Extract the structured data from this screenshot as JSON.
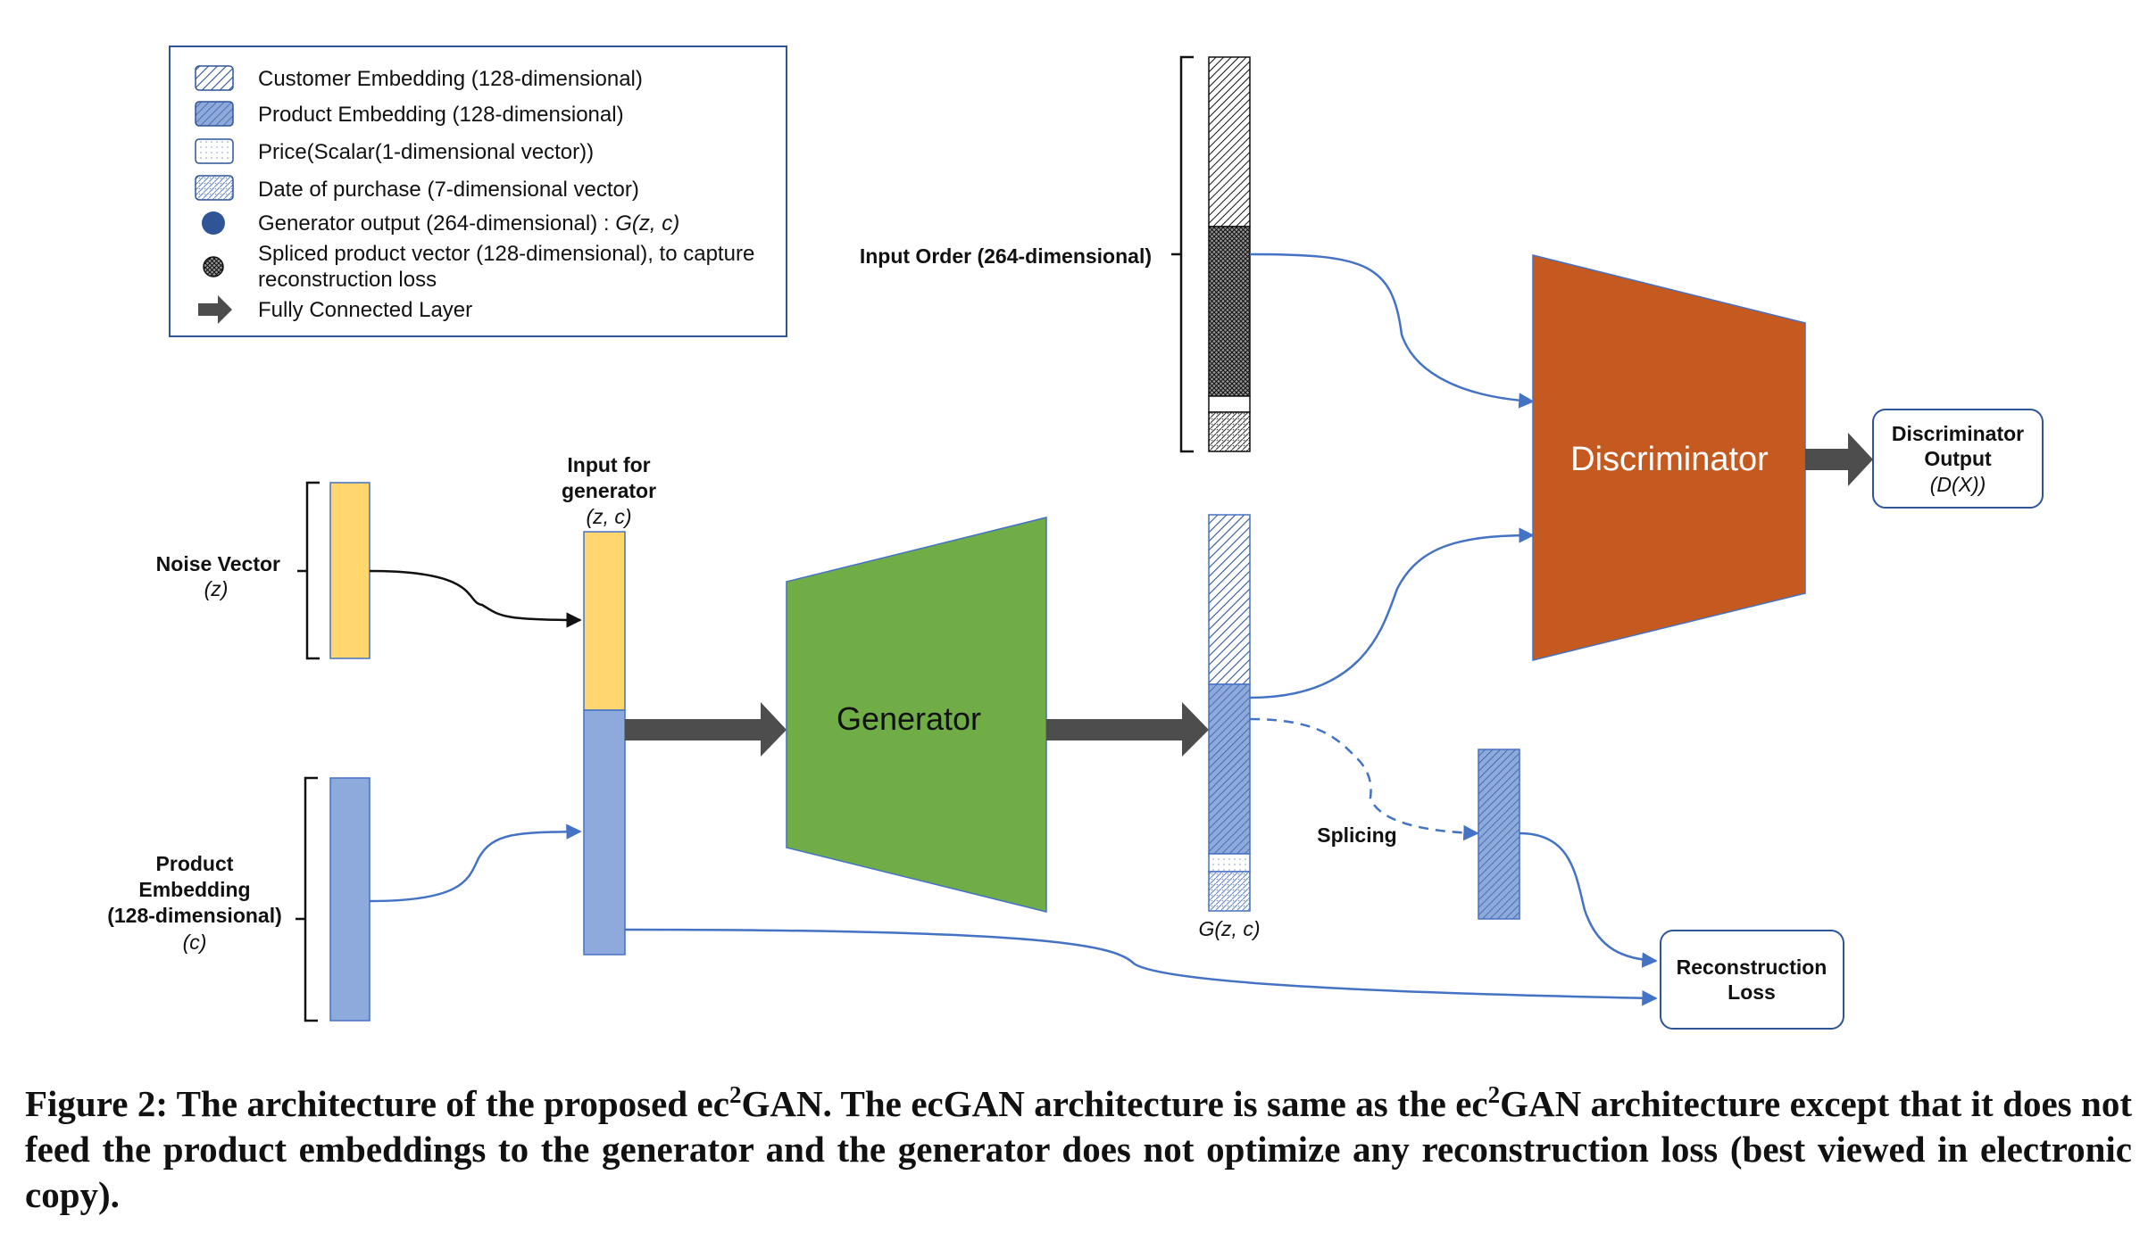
{
  "legend": {
    "customer_embedding": "Customer Embedding (128-dimensional)",
    "product_embedding": "Product Embedding (128-dimensional)",
    "price": "Price(Scalar(1-dimensional vector))",
    "date": "Date of purchase (7-dimensional vector)",
    "generator_output_prefix": "Generator output (264-dimensional) : ",
    "generator_output_formula": "G(z, c)",
    "spliced_line1": "Spliced product vector (128-dimensional), to capture",
    "spliced_line2": "reconstruction loss",
    "fc_layer": "Fully Connected Layer"
  },
  "labels": {
    "input_order": "Input Order (264-dimensional)",
    "noise_vector": "Noise Vector",
    "noise_symbol": "(z)",
    "product_line1": "Product",
    "product_line2": "Embedding",
    "product_line3": "(128-dimensional)",
    "product_symbol": "(c)",
    "input_gen_line1": "Input for",
    "input_gen_line2": "generator",
    "input_gen_symbol": "(z, c)",
    "generator": "Generator",
    "discriminator": "Discriminator",
    "disc_out_line1": "Discriminator",
    "disc_out_line2": "Output",
    "disc_out_symbol": "(D(X))",
    "gzc": "G(z, c)",
    "splicing": "Splicing",
    "recon_line1": "Reconstruction",
    "recon_line2": "Loss"
  },
  "caption": {
    "part1": "Figure 2: The architecture of the proposed ec",
    "sup1": "2",
    "part2": "GAN. The ecGAN architecture is same as the ec",
    "sup2": "2",
    "part3": "GAN architecture except that it does not feed the product embeddings to the generator and the generator does not optimize any reconstruction loss (best viewed in electronic copy)."
  },
  "colors": {
    "noise": "#FFD76E",
    "product": "#8EA9DB",
    "generator": "#70AD47",
    "discriminator": "#C55A21",
    "connector": "#4472C4",
    "arrow": "#4D4D4D",
    "legend_border": "#2F5597"
  }
}
